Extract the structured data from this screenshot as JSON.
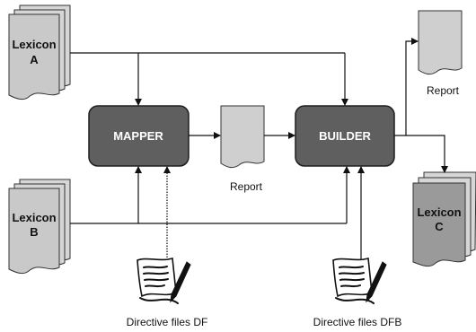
{
  "lexicon_a": {
    "line1": "Lexicon",
    "line2": "A"
  },
  "lexicon_b": {
    "line1": "Lexicon",
    "line2": "B"
  },
  "lexicon_c": {
    "line1": "Lexicon",
    "line2": "C"
  },
  "mapper": {
    "label": "MAPPER"
  },
  "builder": {
    "label": "BUILDER"
  },
  "report_middle": {
    "label": "Report"
  },
  "report_top": {
    "label": "Report"
  },
  "directive_df": {
    "label": "Directive files DF"
  },
  "directive_dfb": {
    "label": "Directive files DFB"
  },
  "colors": {
    "process_fill": "#5f5f5f",
    "document_fill": "#c9c9c9",
    "lexicon_c_fill": "#9a9a9a"
  }
}
